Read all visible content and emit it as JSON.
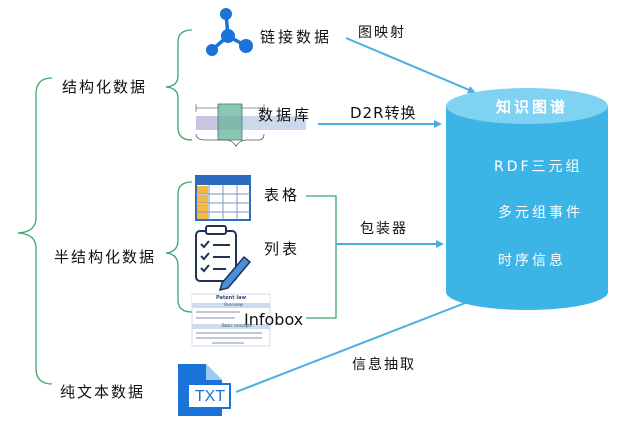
{
  "categories": {
    "structured": "结构化数据",
    "semi_structured": "半结构化数据",
    "plain_text": "纯文本数据"
  },
  "sources": {
    "linked_data": "链接数据",
    "database": "数据库",
    "table": "表格",
    "list": "列表",
    "infobox": "Infobox",
    "txt": "TXT"
  },
  "infobox_thumbnail": {
    "title": "Patent law",
    "section_1": "Overview",
    "section_2": "Basic concepts"
  },
  "edges": {
    "graph_mapping": "图映射",
    "d2r": "D2R转换",
    "wrapper": "包装器",
    "information_extraction": "信息抽取"
  },
  "knowledge_graph": {
    "title": "知识图谱",
    "items": [
      "RDF三元组",
      "多元组事件",
      "时序信息"
    ]
  },
  "colors": {
    "brace": "#3aa86a",
    "arrow": "#4aaee0",
    "cylinder": "#3cb4e6",
    "cylinder_top": "#7fd2f2",
    "icon_blue": "#1a73d8",
    "table_blue": "#2d6bc0"
  },
  "styles": {
    "txt_label": "position:absolute;left:189px;top:389px;width:42px;text-align:center;font-size:16px;color:#1a73d8;font-family:'Liberation Sans',sans-serif;line-height:1;"
  }
}
